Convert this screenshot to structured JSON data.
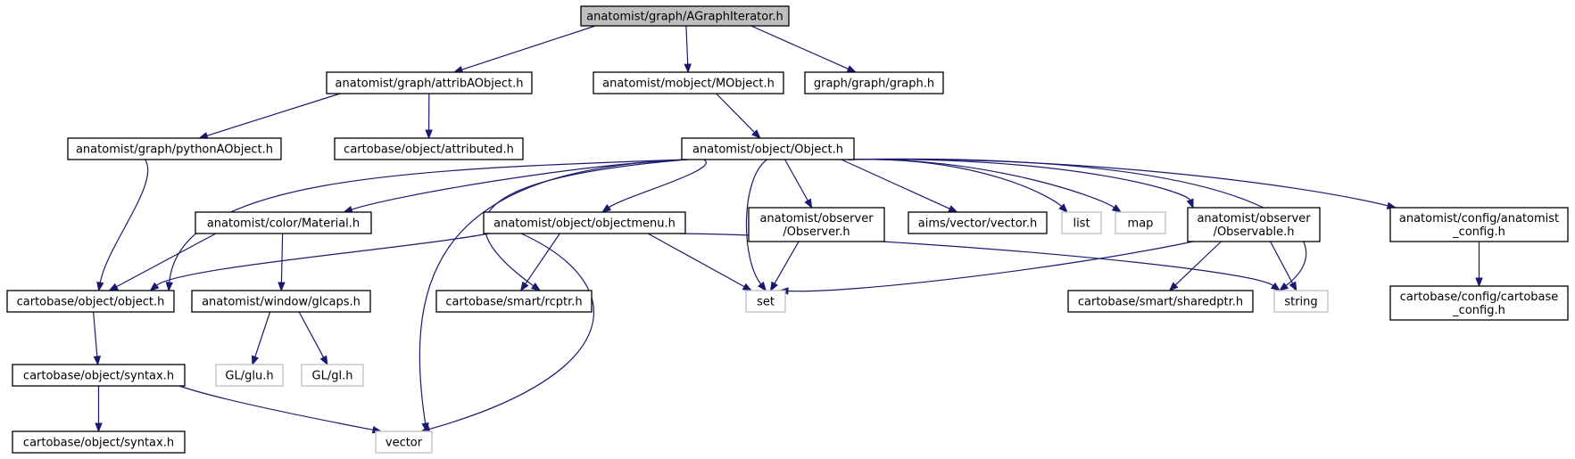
{
  "colors": {
    "edge": "#191970",
    "root_fill": "#bfbfbf",
    "node_border": "#000000",
    "external_border": "#bfbfbf",
    "node_fill": "#ffffff"
  },
  "nodes": [
    {
      "id": "n_root",
      "lines": [
        "anatomist/graph/AGraphIterator.h"
      ],
      "kind": "root"
    },
    {
      "id": "n_attrib",
      "lines": [
        "anatomist/graph/attribAObject.h"
      ],
      "kind": "doc"
    },
    {
      "id": "n_mobject",
      "lines": [
        "anatomist/mobject/MObject.h"
      ],
      "kind": "doc"
    },
    {
      "id": "n_graph",
      "lines": [
        "graph/graph/graph.h"
      ],
      "kind": "doc"
    },
    {
      "id": "n_python",
      "lines": [
        "anatomist/graph/pythonAObject.h"
      ],
      "kind": "doc"
    },
    {
      "id": "n_attributed",
      "lines": [
        "cartobase/object/attributed.h"
      ],
      "kind": "doc"
    },
    {
      "id": "n_object",
      "lines": [
        "anatomist/object/Object.h"
      ],
      "kind": "doc"
    },
    {
      "id": "n_material",
      "lines": [
        "anatomist/color/Material.h"
      ],
      "kind": "doc"
    },
    {
      "id": "n_objectmenu",
      "lines": [
        "anatomist/object/objectmenu.h"
      ],
      "kind": "doc"
    },
    {
      "id": "n_observer",
      "lines": [
        "anatomist/observer",
        "/Observer.h"
      ],
      "kind": "doc"
    },
    {
      "id": "n_aimsvector",
      "lines": [
        "aims/vector/vector.h"
      ],
      "kind": "doc"
    },
    {
      "id": "n_list",
      "lines": [
        "list"
      ],
      "kind": "ext"
    },
    {
      "id": "n_map",
      "lines": [
        "map"
      ],
      "kind": "ext"
    },
    {
      "id": "n_observable",
      "lines": [
        "anatomist/observer",
        "/Observable.h"
      ],
      "kind": "doc"
    },
    {
      "id": "n_anaconfig",
      "lines": [
        "anatomist/config/anatomist",
        "_config.h"
      ],
      "kind": "doc"
    },
    {
      "id": "n_cobject",
      "lines": [
        "cartobase/object/object.h"
      ],
      "kind": "doc"
    },
    {
      "id": "n_glcaps",
      "lines": [
        "anatomist/window/glcaps.h"
      ],
      "kind": "doc"
    },
    {
      "id": "n_rcptr",
      "lines": [
        "cartobase/smart/rcptr.h"
      ],
      "kind": "doc"
    },
    {
      "id": "n_set",
      "lines": [
        "set"
      ],
      "kind": "ext"
    },
    {
      "id": "n_sharedptr",
      "lines": [
        "cartobase/smart/sharedptr.h"
      ],
      "kind": "doc"
    },
    {
      "id": "n_string",
      "lines": [
        "string"
      ],
      "kind": "ext"
    },
    {
      "id": "n_cartoconfig",
      "lines": [
        "cartobase/config/cartobase",
        "_config.h"
      ],
      "kind": "doc"
    },
    {
      "id": "n_syntax1",
      "lines": [
        "cartobase/object/syntax.h"
      ],
      "kind": "doc"
    },
    {
      "id": "n_glu",
      "lines": [
        "GL/glu.h"
      ],
      "kind": "ext"
    },
    {
      "id": "n_gl",
      "lines": [
        "GL/gl.h"
      ],
      "kind": "ext"
    },
    {
      "id": "n_syntax2",
      "lines": [
        "cartobase/object/syntax.h"
      ],
      "kind": "doc"
    },
    {
      "id": "n_vector",
      "lines": [
        "vector"
      ],
      "kind": "ext"
    }
  ],
  "edges": [
    [
      "n_root",
      "n_attrib"
    ],
    [
      "n_root",
      "n_mobject"
    ],
    [
      "n_root",
      "n_graph"
    ],
    [
      "n_attrib",
      "n_python"
    ],
    [
      "n_attrib",
      "n_attributed"
    ],
    [
      "n_mobject",
      "n_object"
    ],
    [
      "n_python",
      "n_cobject"
    ],
    [
      "n_object",
      "n_cobject"
    ],
    [
      "n_object",
      "n_material"
    ],
    [
      "n_object",
      "n_objectmenu"
    ],
    [
      "n_object",
      "n_observer"
    ],
    [
      "n_object",
      "n_aimsvector"
    ],
    [
      "n_object",
      "n_list"
    ],
    [
      "n_object",
      "n_map"
    ],
    [
      "n_object",
      "n_observable"
    ],
    [
      "n_object",
      "n_anaconfig"
    ],
    [
      "n_object",
      "n_rcptr"
    ],
    [
      "n_object",
      "n_set"
    ],
    [
      "n_object",
      "n_string"
    ],
    [
      "n_object",
      "n_vector"
    ],
    [
      "n_material",
      "n_cobject"
    ],
    [
      "n_material",
      "n_glcaps"
    ],
    [
      "n_objectmenu",
      "n_cobject"
    ],
    [
      "n_objectmenu",
      "n_rcptr"
    ],
    [
      "n_objectmenu",
      "n_set"
    ],
    [
      "n_objectmenu",
      "n_string"
    ],
    [
      "n_objectmenu",
      "n_vector"
    ],
    [
      "n_observer",
      "n_set"
    ],
    [
      "n_observable",
      "n_set"
    ],
    [
      "n_observable",
      "n_sharedptr"
    ],
    [
      "n_observable",
      "n_string"
    ],
    [
      "n_anaconfig",
      "n_cartoconfig"
    ],
    [
      "n_cobject",
      "n_syntax1"
    ],
    [
      "n_glcaps",
      "n_glu"
    ],
    [
      "n_glcaps",
      "n_gl"
    ],
    [
      "n_syntax1",
      "n_syntax2"
    ],
    [
      "n_syntax1",
      "n_vector"
    ]
  ]
}
